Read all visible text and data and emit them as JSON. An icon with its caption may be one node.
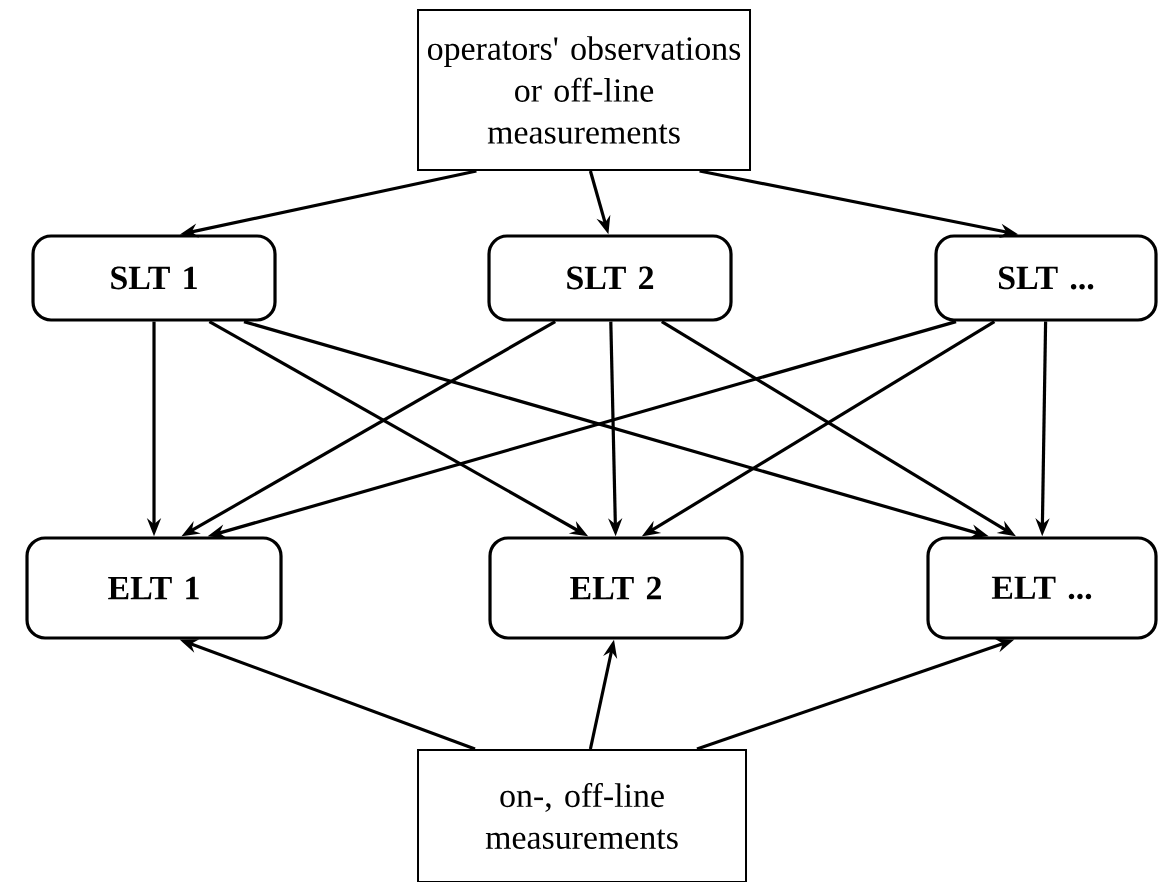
{
  "diagram": {
    "nodes": [
      {
        "text": [
          "operators' observations or off-line measurements"
        ]
      },
      {
        "text": [
          "SLT 1"
        ]
      },
      {
        "text": [
          "SLT 2"
        ]
      },
      {
        "text": [
          "SLT ..."
        ]
      },
      {
        "text": [
          "ELT 1"
        ]
      },
      {
        "text": [
          "ELT 2"
        ]
      },
      {
        "text": [
          "ELT ..."
        ]
      },
      {
        "text": [
          "on-, off-line measurements"
        ]
      }
    ],
    "edges": [
      {
        "from": 0,
        "to": 1,
        "arrow": "to"
      },
      {
        "from": 0,
        "to": 2,
        "arrow": "to"
      },
      {
        "from": 0,
        "to": 3,
        "arrow": "to"
      },
      {
        "from": 1,
        "to": 4,
        "arrow": "to"
      },
      {
        "from": 1,
        "to": 5,
        "arrow": "to"
      },
      {
        "from": 1,
        "to": 6,
        "arrow": "to"
      },
      {
        "from": 2,
        "to": 4,
        "arrow": "to"
      },
      {
        "from": 2,
        "to": 5,
        "arrow": "to"
      },
      {
        "from": 2,
        "to": 6,
        "arrow": "to"
      },
      {
        "from": 3,
        "to": 4,
        "arrow": "to"
      },
      {
        "from": 3,
        "to": 5,
        "arrow": "to"
      },
      {
        "from": 3,
        "to": 6,
        "arrow": "to"
      },
      {
        "from": 7,
        "to": 4,
        "arrow": "to"
      },
      {
        "from": 7,
        "to": 5,
        "arrow": "to"
      },
      {
        "from": 7,
        "to": 6,
        "arrow": "to"
      }
    ]
  }
}
